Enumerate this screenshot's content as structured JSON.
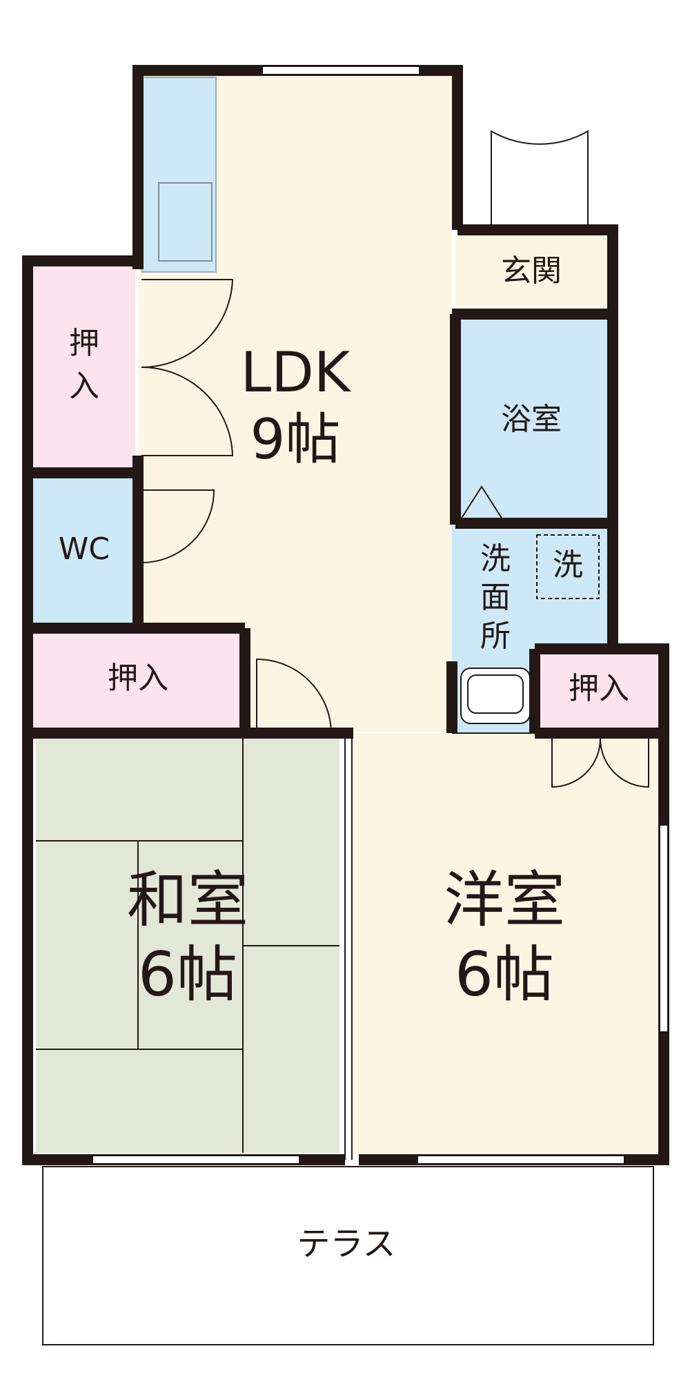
{
  "colors": {
    "wall": "#231815",
    "ldk_floor": "#fdf5e4",
    "wet_area": "#cde9f8",
    "closet": "#fbe4ee",
    "tatami": "#e2e7d8",
    "wc": "#cde9f8"
  },
  "rooms": {
    "ldk": {
      "name": "LDK",
      "size": "9帖"
    },
    "washitsu": {
      "name": "和室",
      "size": "6帖"
    },
    "youshitsu": {
      "name": "洋室",
      "size": "6帖"
    },
    "genkan": {
      "name": "玄関"
    },
    "yokushitsu": {
      "name": "浴室"
    },
    "senmenjo": {
      "line1": "洗",
      "line2": "面",
      "line3": "所"
    },
    "sentakuki": {
      "name": "洗"
    },
    "wc": {
      "name": "WC"
    },
    "oshiire_top": {
      "line1": "押",
      "line2": "入"
    },
    "oshiire_mid": {
      "name": "押入"
    },
    "oshiire_right": {
      "name": "押入"
    },
    "terrace": {
      "name": "テラス"
    }
  }
}
